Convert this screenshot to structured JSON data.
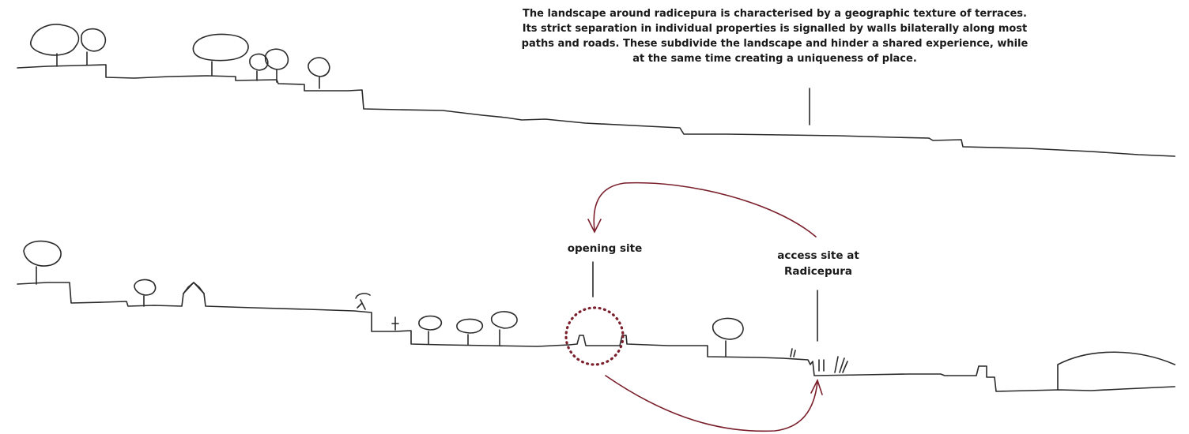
{
  "caption": {
    "line1": "The landscape around radicepura is characterised by a geographic texture of terraces.",
    "line2": "Its strict separation in individual properties is signalled by walls bilaterally along most",
    "line3": "paths and roads. These subdivide the landscape and hinder a shared experience, while",
    "line4": "at the same time creating a uniqueness of place."
  },
  "labels": {
    "opening_site": "opening site",
    "access_site_line1": "access site at",
    "access_site_line2": "Radicepura"
  },
  "colors": {
    "ink": "#2a2a2a",
    "arrow": "#7a1f2b",
    "circle": "#7a1f2b"
  }
}
